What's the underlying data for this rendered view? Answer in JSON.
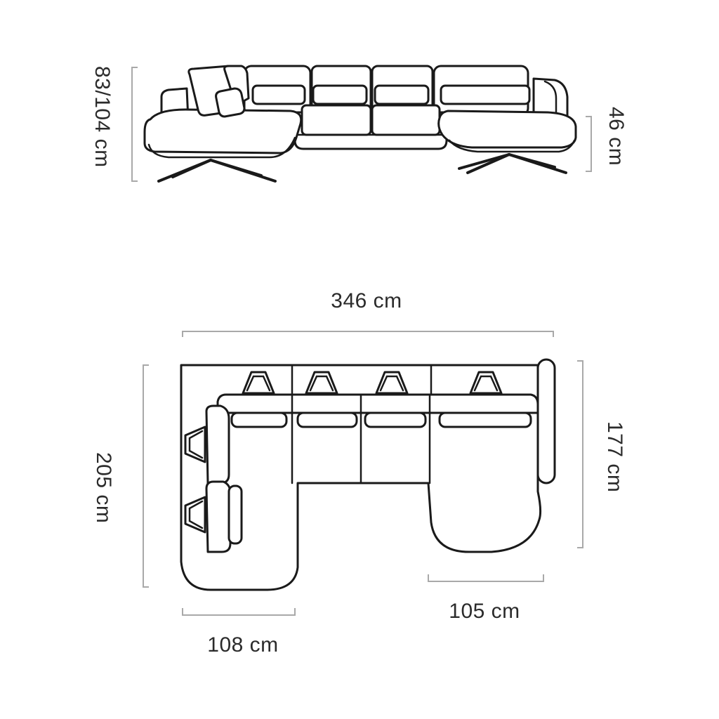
{
  "dimensions": {
    "height_front": "83/104 cm",
    "seat_height": "46 cm",
    "total_width": "346 cm",
    "depth_left": "205 cm",
    "depth_right": "177 cm",
    "chaise_left_width": "108 cm",
    "chaise_right_width": "105 cm"
  },
  "colors": {
    "line": "#1a1a1a",
    "dimension_line": "#a9a9a9",
    "text": "#2b2b2b",
    "background": "#ffffff"
  }
}
